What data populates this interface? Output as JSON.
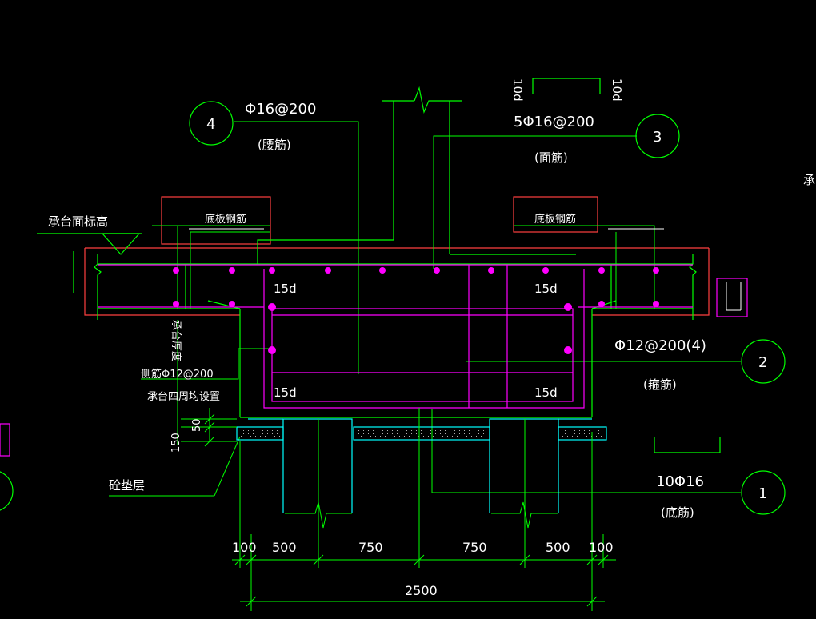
{
  "title": "",
  "colors": {
    "background": "#000000",
    "green": "#00ff00",
    "magenta": "#ff00ff",
    "cyan": "#00ffff",
    "red": "#ff4040",
    "white": "#ffffff",
    "dot": "#ff00ff"
  },
  "callouts": {
    "c1": {
      "num": "1",
      "line1": "10Φ16",
      "line2": "(底筋)"
    },
    "c2": {
      "num": "2",
      "line1": "Φ12@200(4)",
      "line2": "(箍筋)"
    },
    "c3": {
      "num": "3",
      "line1": "5Φ16@200",
      "line2": "(面筋)"
    },
    "c4": {
      "num": "4",
      "line1": "Φ16@200",
      "line2": "(腰筋)"
    }
  },
  "labels": {
    "slab_left": "底板钢筋",
    "slab_right": "底板钢筋",
    "cap_top_elev": "承台面标高",
    "cap_thickness": "承台厚度",
    "side_bar_1": "侧筋Φ12@200",
    "side_bar_2": "承台四周均设置",
    "pad": "砼垫层",
    "d15_tl": "15d",
    "d15_tr": "15d",
    "d15_bl": "15d",
    "d15_br": "15d",
    "d10_left": "10d",
    "d10_right": "10d",
    "edge_partial": "承"
  },
  "dimensions": {
    "segments": [
      "100",
      "500",
      "750",
      "750",
      "500",
      "100"
    ],
    "total": "2500",
    "pad_thickness": "150",
    "offset": "50"
  }
}
